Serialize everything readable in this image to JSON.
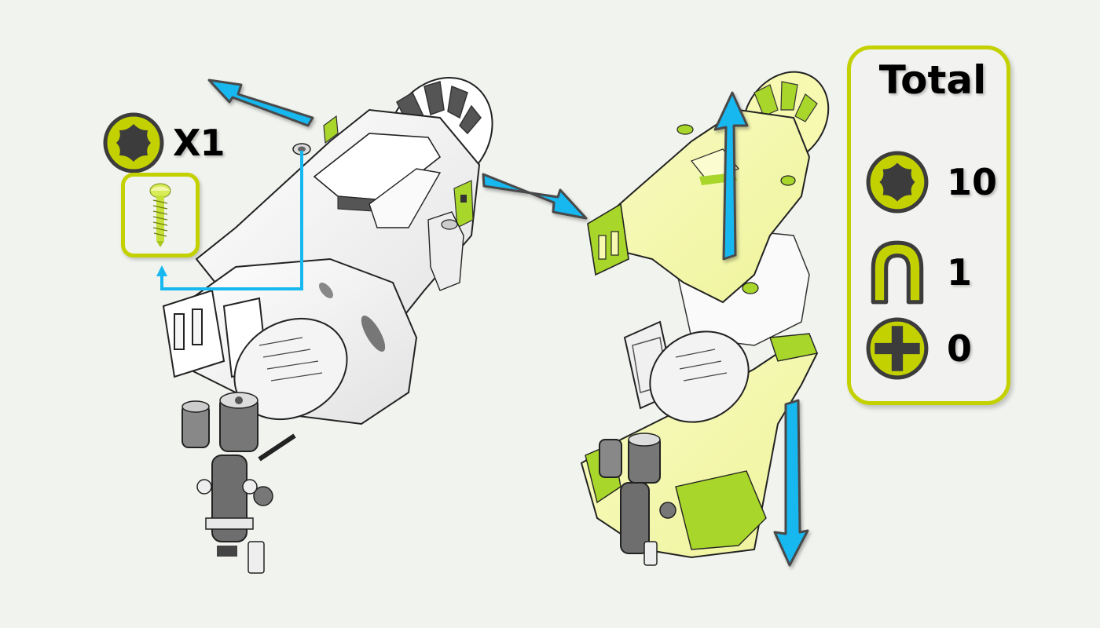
{
  "colors": {
    "background": "#f1f3ef",
    "accent_green": "#c3d100",
    "part_highlight": "#f7f9b0",
    "part_highlight_dark": "#a9d62a",
    "arrow_blue": "#17b8ef",
    "arrow_outline": "#4a4a4a",
    "icon_dark": "#3c3c3c"
  },
  "step_callout": {
    "screw_icon": "torx-screw-icon",
    "quantity_label": "X1",
    "part_thumbnail": "screw-thumbnail"
  },
  "left_assembly": {
    "label": "pressure washer motor/pump assembly with upper housing",
    "arrows": [
      {
        "id": "arrow-upper-left",
        "direction": "up-left"
      },
      {
        "id": "arrow-right",
        "direction": "down-right"
      }
    ],
    "leader_line": "from screw hole to screw thumbnail"
  },
  "right_assembly": {
    "label": "exploded view: upper housing lifted, lower housing removed",
    "arrows": [
      {
        "id": "arrow-up",
        "direction": "up"
      },
      {
        "id": "arrow-down",
        "direction": "down"
      }
    ]
  },
  "totals": {
    "title": "Total",
    "rows": [
      {
        "icon": "torx-screw-icon",
        "count": "10"
      },
      {
        "icon": "u-clip-icon",
        "count": "1"
      },
      {
        "icon": "phillips-screw-icon",
        "count": "0"
      }
    ]
  }
}
